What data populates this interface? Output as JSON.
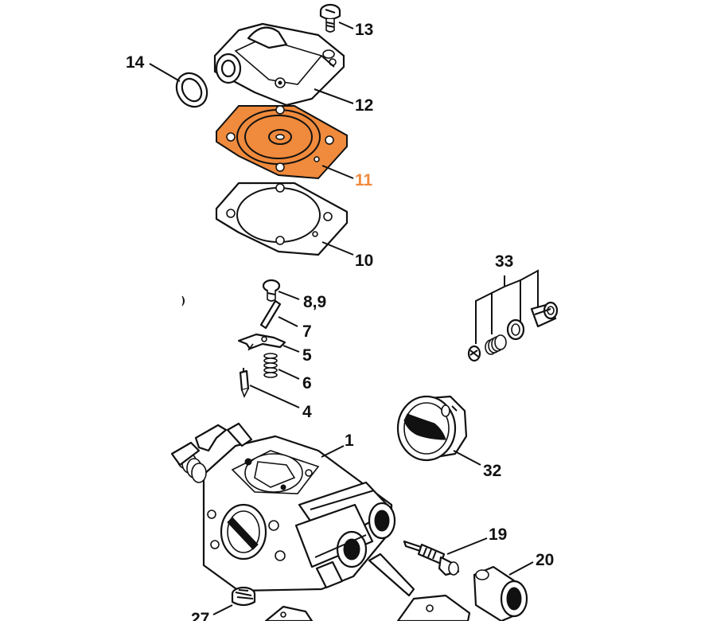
{
  "colors": {
    "highlight": "#f08a3c",
    "outline": "#111111",
    "background": "#ffffff"
  },
  "labels": {
    "l1": "1",
    "l4": "4",
    "l5": "5",
    "l6": "6",
    "l7": "7",
    "l89": "8,9",
    "l10": "10",
    "l11": "11",
    "l12": "12",
    "l13": "13",
    "l14": "14",
    "l19": "19",
    "l20": "20",
    "l27": "27",
    "l32": "32",
    "l33": "33"
  },
  "highlighted_part": "11"
}
